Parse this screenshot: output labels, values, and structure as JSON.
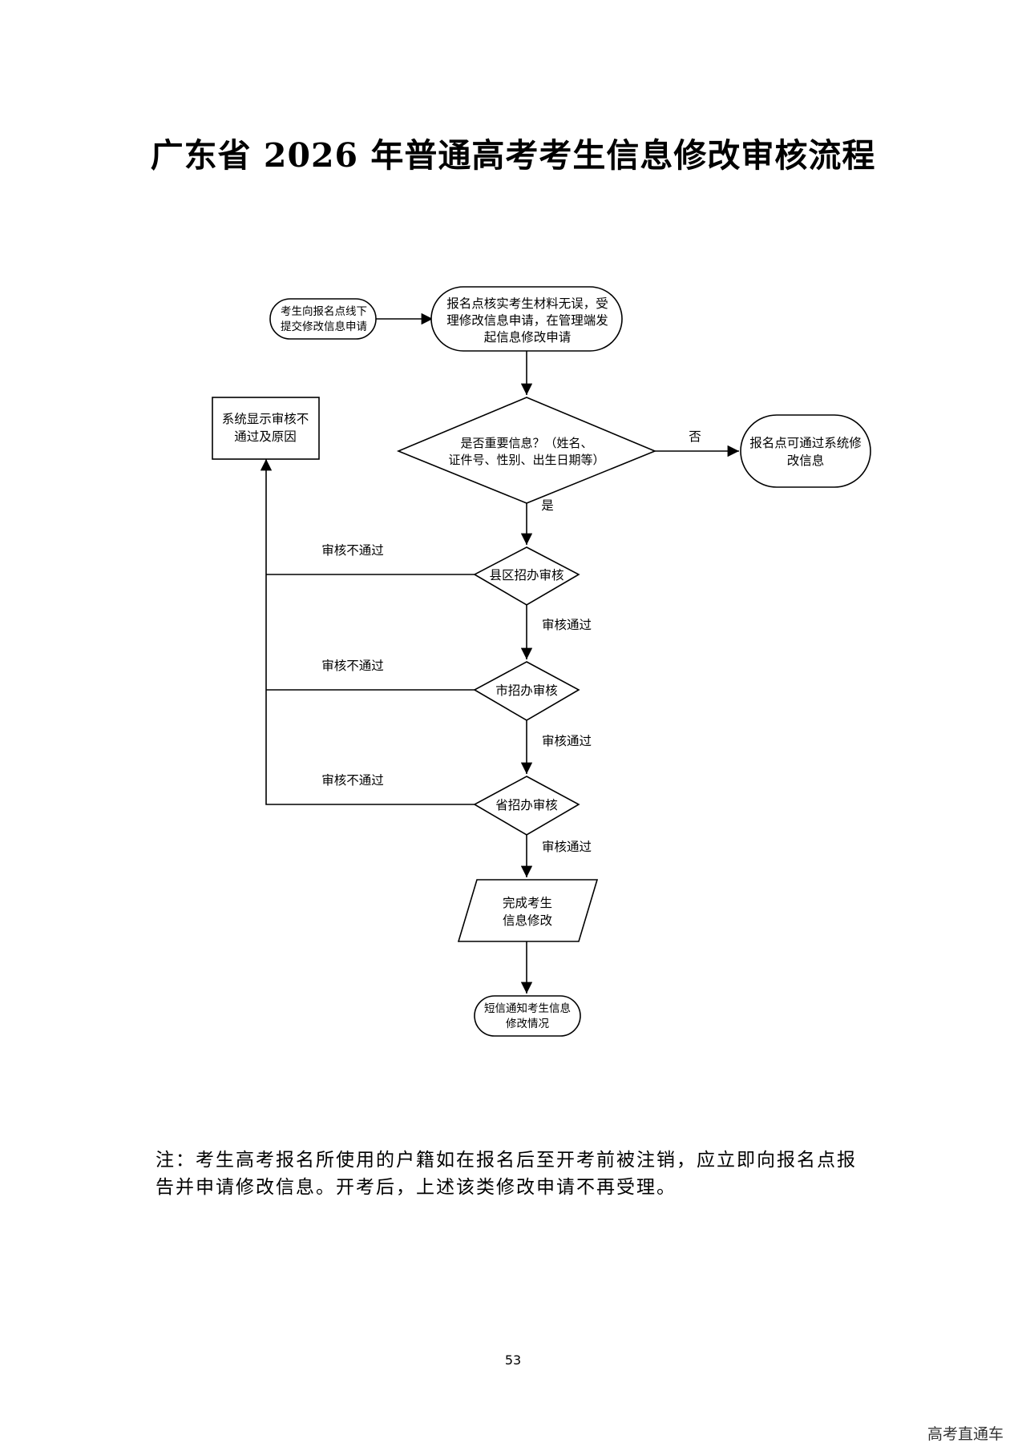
{
  "title": "广东省 2026 年普通高考考生信息修改审核流程",
  "flowchart": {
    "start": [
      "考生向报名点线下",
      "提交修改信息申请"
    ],
    "accept": [
      "报名点核实考生材料无误，受",
      "理修改信息申请，在管理端发",
      "起信息修改申请"
    ],
    "decision": [
      "是否重要信息？（姓名、",
      "证件号、性别、出生日期等）"
    ],
    "no_label": "否",
    "yes_label": "是",
    "self_edit": [
      "报名点可通过系统修",
      "改信息"
    ],
    "reject_display": [
      "系统显示审核不",
      "通过及原因"
    ],
    "county_review": "县区招办审核",
    "city_review": "市招办审核",
    "province_review": "省招办审核",
    "fail_label": "审核不通过",
    "pass_label": "审核通过",
    "complete": [
      "完成考生",
      "信息修改"
    ],
    "sms": [
      "短信通知考生信息",
      "修改情况"
    ]
  },
  "note": [
    "注：考生高考报名所使用的户籍如在报名后至开考前被注销，应立即向报名点报",
    "告并申请修改信息。开考后，上述该类修改申请不再受理。"
  ],
  "page_number": "53",
  "watermark": "高考直通车"
}
